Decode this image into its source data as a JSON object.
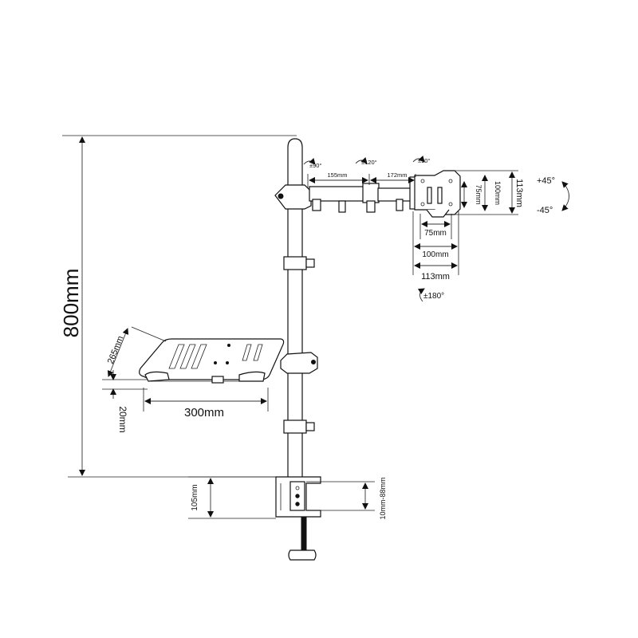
{
  "labels": {
    "height_total": "800mm",
    "arm_rot_left": "±90°",
    "arm_rot_mid": "±120°",
    "arm_rot_right": "±90°",
    "arm_len_1": "155mm",
    "arm_len_2": "172mm",
    "vesa_v_small": "75mm",
    "vesa_v_mid": "100mm",
    "vesa_v_large": "113mm",
    "vesa_h_small": "75mm",
    "vesa_h_mid": "100mm",
    "vesa_h_large": "113mm",
    "tilt_up": "+45°",
    "tilt_down": "-45°",
    "swivel": "±180°",
    "tray_depth": "265mm",
    "tray_lip": "20mm",
    "tray_width": "300mm",
    "clamp_height": "105mm",
    "desk_thickness": "10mm-88mm"
  }
}
